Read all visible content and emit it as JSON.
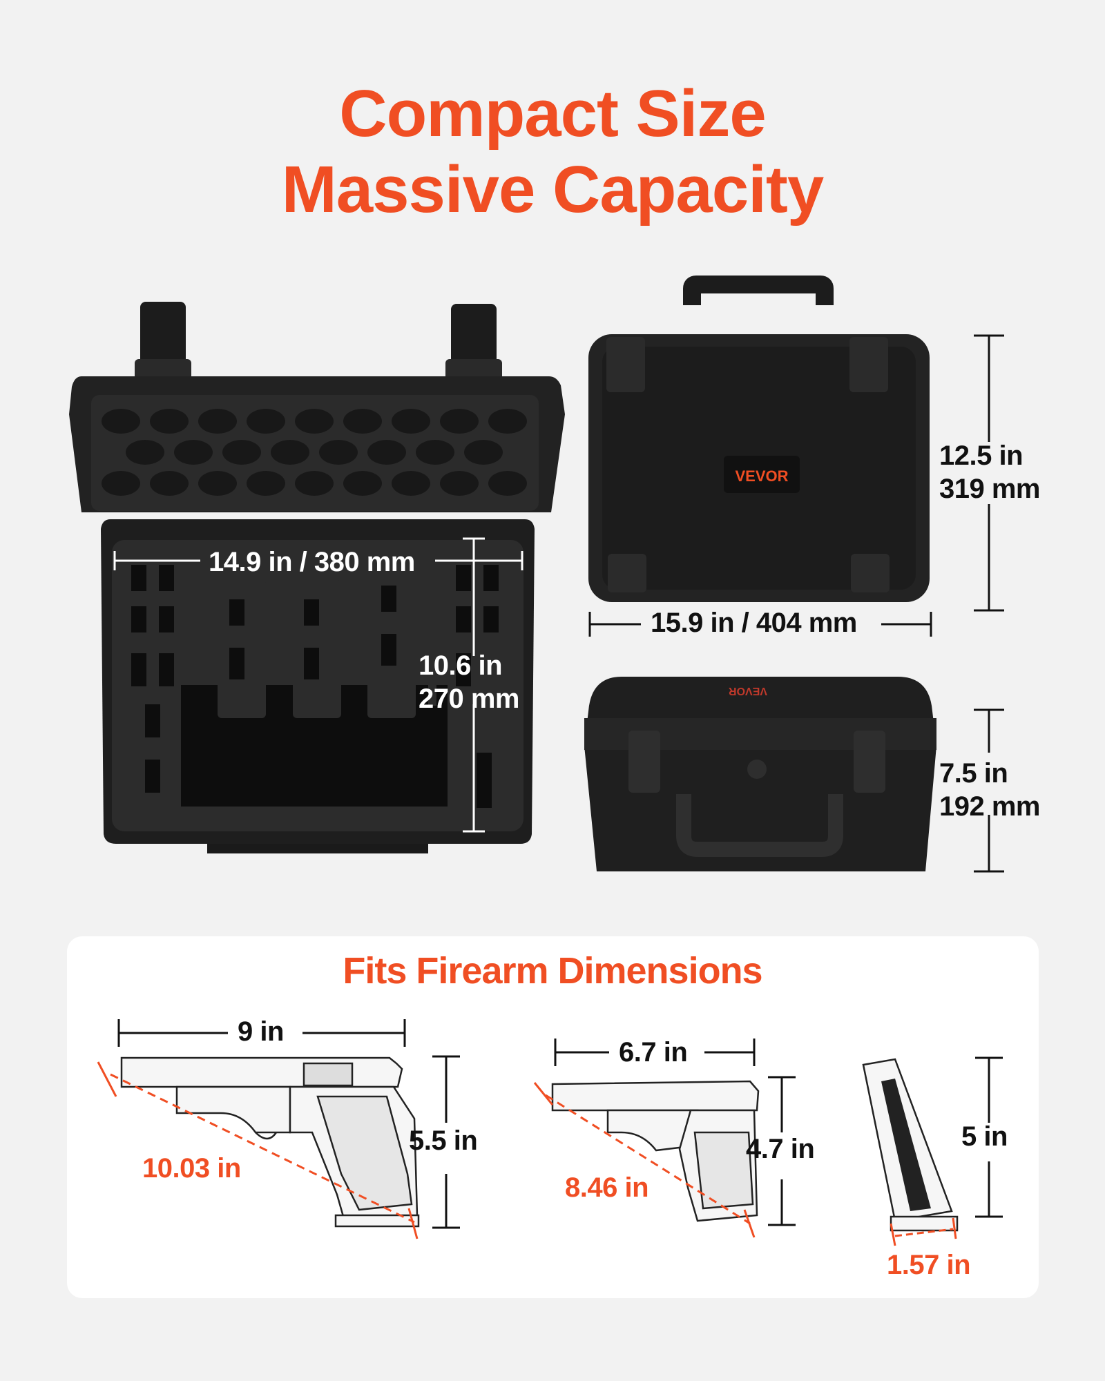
{
  "heading": {
    "line1": "Compact Size",
    "line2": "Massive Capacity"
  },
  "case_dimensions": {
    "interior_width": "14.9 in / 380 mm",
    "interior_depth_in": "10.6 in",
    "interior_depth_mm": "270 mm",
    "exterior_height_in": "12.5 in",
    "exterior_height_mm": "319 mm",
    "exterior_width": "15.9 in / 404 mm",
    "exterior_depth_in": "7.5 in",
    "exterior_depth_mm": "192 mm"
  },
  "brand": {
    "logo_text": "VEVOR",
    "accent_color": "#f04e23"
  },
  "firearms": {
    "title": "Fits Firearm Dimensions",
    "pistol_large": {
      "length": "9 in",
      "height": "5.5 in",
      "diagonal": "10.03 in"
    },
    "pistol_compact": {
      "length": "6.7 in",
      "height": "4.7 in",
      "diagonal": "8.46 in"
    },
    "magazine": {
      "height": "5 in",
      "width": "1.57 in"
    }
  }
}
